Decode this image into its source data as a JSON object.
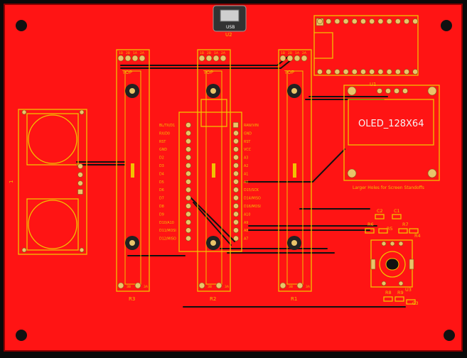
{
  "colors": {
    "background": "#0a0a0a",
    "copper": "#ff1414",
    "copper_dark": "#c00000",
    "silkscreen": "#f2c200",
    "pad": "#e9c46a",
    "track": "#111111"
  },
  "board": {
    "mounting_holes": 4
  },
  "usb": {
    "ref": "U2",
    "value": "USB"
  },
  "sliders": [
    {
      "ref": "R3",
      "top_label": "TOP",
      "pins_top": [
        "1B",
        "2B",
        "1A",
        "2A"
      ],
      "pins_bottom": [
        "3B",
        "3A"
      ]
    },
    {
      "ref": "R2",
      "top_label": "TOP",
      "pins_top": [
        "1B",
        "2B",
        "1A",
        "2A"
      ],
      "pins_bottom": [
        "3B",
        "3A"
      ]
    },
    {
      "ref": "R1",
      "top_label": "TOP",
      "pins_top": [
        "1B",
        "2B",
        "1A",
        "2A"
      ],
      "pins_bottom": [
        "3B",
        "3A"
      ]
    }
  ],
  "mcu": {
    "left_labels": [
      "BL/TX/D1",
      "RX/D0",
      "RST",
      "GND",
      "D2",
      "D3",
      "D4",
      "D5",
      "D6",
      "D7",
      "D8",
      "D9",
      "D10/A10",
      "D11/MOSI",
      "D12/MISO"
    ],
    "right_labels": [
      "RAW/VIN",
      "GND",
      "RST",
      "VCC",
      "A3",
      "A2",
      "A1",
      "A0",
      "D15/SCK",
      "D14/MISO",
      "D16/MOSI",
      "A10",
      "A9",
      "A8",
      "A7"
    ]
  },
  "oled": {
    "ref": "U1",
    "label": "OLED_128X64",
    "note": "Larger Holes for Screen Standoffs"
  },
  "sensor": {
    "ref": "1"
  },
  "encoder": {
    "refs": [
      "C2",
      "C1",
      "R6",
      "R5",
      "R7",
      "R4",
      "R8",
      "R9",
      "U3",
      "C3"
    ]
  }
}
